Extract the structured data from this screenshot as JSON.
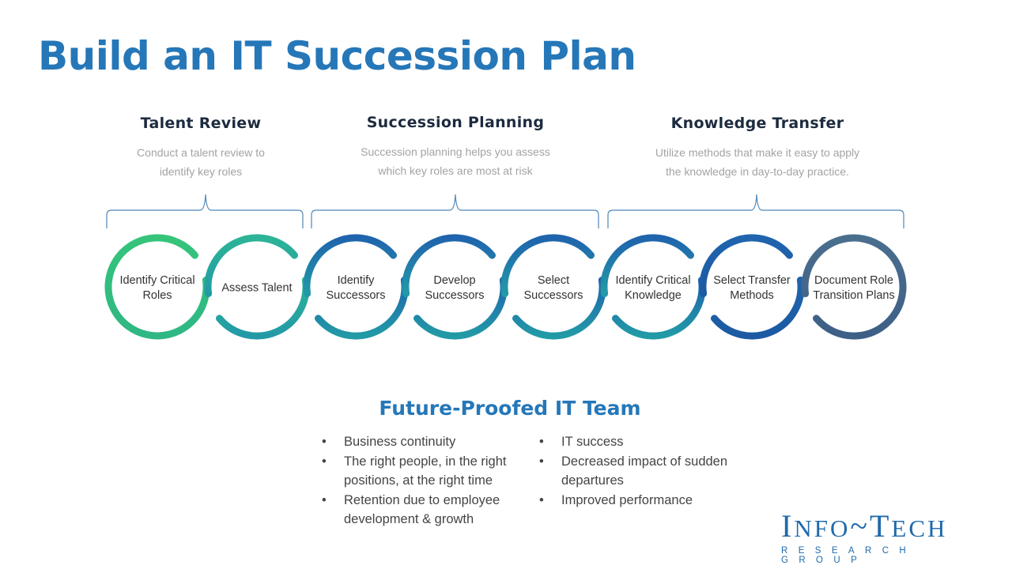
{
  "title": "Build an IT Succession Plan",
  "phases": [
    {
      "heading": "Talent Review",
      "description_line1": "Conduct a talent review to",
      "description_line2": "identify key roles"
    },
    {
      "heading": "Succession Planning",
      "description_line1": "Succession planning helps you assess",
      "description_line2": "which key roles are most at risk"
    },
    {
      "heading": "Knowledge Transfer",
      "description_line1": "Utilize methods that make it easy to apply",
      "description_line2": "the knowledge in day-to-day practice."
    }
  ],
  "steps": [
    {
      "line1": "Identify Critical",
      "line2": "Roles",
      "color_from": "#35c47a",
      "color_to": "#2fb784"
    },
    {
      "line1": "Assess Talent",
      "line2": "",
      "color_from": "#2db497",
      "color_to": "#229aa6"
    },
    {
      "line1": "Identify",
      "line2": "Successors",
      "color_from": "#1f64ad",
      "color_to": "#229aa6"
    },
    {
      "line1": "Develop",
      "line2": "Successors",
      "color_from": "#1f64ad",
      "color_to": "#229aa6"
    },
    {
      "line1": "Select",
      "line2": "Successors",
      "color_from": "#1f64ad",
      "color_to": "#229aa6"
    },
    {
      "line1": "Identify Critical",
      "line2": "Knowledge",
      "color_from": "#1f64ad",
      "color_to": "#229aa6"
    },
    {
      "line1": "Select Transfer",
      "line2": "Methods",
      "color_from": "#1f64ad",
      "color_to": "#1c5aa3"
    },
    {
      "line1": "Document Role",
      "line2": "Transition Plans",
      "color_from": "#4a6e8e",
      "color_to": "#3e5f86"
    }
  ],
  "bracket_color": "#4d87b8",
  "outcome": {
    "heading": "Future-Proofed IT Team",
    "left_bullets": [
      {
        "line1": "Business continuity",
        "line2": ""
      },
      {
        "line1": "The right people, in the right",
        "line2": "positions, at the right time"
      },
      {
        "line1": "Retention due to employee",
        "line2": "development & growth"
      }
    ],
    "right_bullets": [
      {
        "line1": "IT success",
        "line2": ""
      },
      {
        "line1": "Decreased impact of sudden",
        "line2": "departures"
      },
      {
        "line1": "Improved performance",
        "line2": ""
      }
    ]
  },
  "logo": {
    "main": "Info~Tech",
    "sub": "RESEARCH GROUP"
  }
}
